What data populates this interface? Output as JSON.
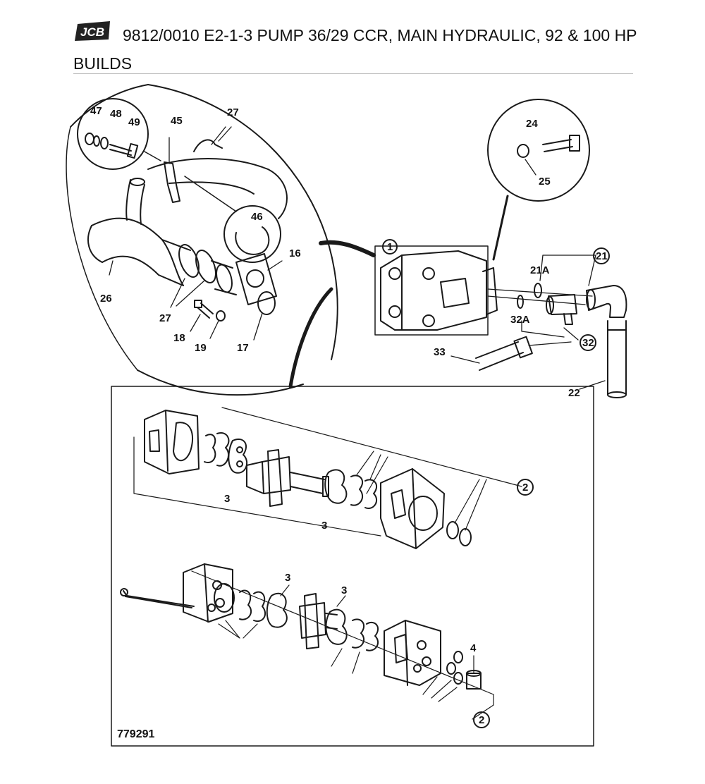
{
  "header": {
    "logo_text": "JCB",
    "title": "9812/0010 E2-1-3 PUMP 36/29 CCR, MAIN HYDRAULIC, 92 & 100 HP BUILDS"
  },
  "diagram": {
    "reference_number": "779291",
    "callouts": {
      "c47": "47",
      "c48": "48",
      "c49": "49",
      "c45": "45",
      "c27a": "27",
      "c46": "46",
      "c16": "16",
      "c26": "26",
      "c27b": "27",
      "c18": "18",
      "c19": "19",
      "c17": "17",
      "c24": "24",
      "c25": "25",
      "c1": "1",
      "c21": "21",
      "c21A": "21A",
      "c32A": "32A",
      "c32": "32",
      "c33": "33",
      "c22": "22",
      "c2a": "2",
      "c3a": "3",
      "c3b": "3",
      "c3c": "3",
      "c3d": "3",
      "c4": "4",
      "c2b": "2"
    }
  }
}
